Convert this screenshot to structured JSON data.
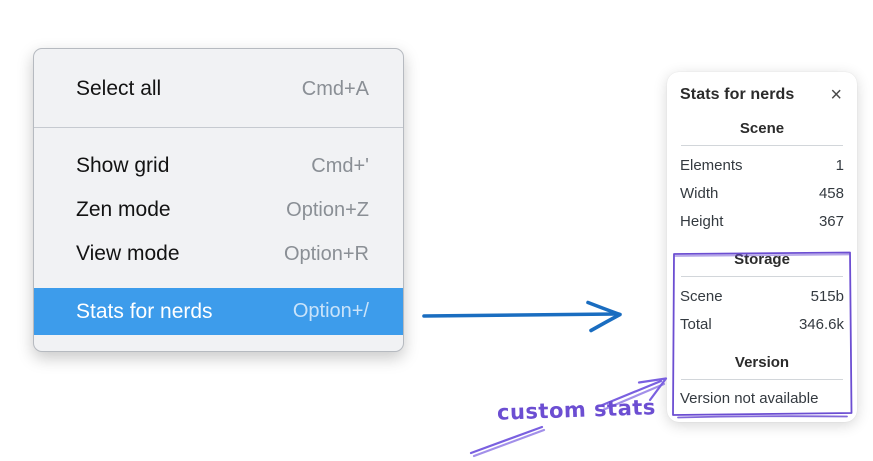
{
  "menu": {
    "items": [
      {
        "label": "Select all",
        "shortcut": "Cmd+A",
        "selected": false
      },
      {
        "label": "Show grid",
        "shortcut": "Cmd+'",
        "selected": false
      },
      {
        "label": "Zen mode",
        "shortcut": "Option+Z",
        "selected": false
      },
      {
        "label": "View mode",
        "shortcut": "Option+R",
        "selected": false
      },
      {
        "label": "Stats for nerds",
        "shortcut": "Option+/",
        "selected": true
      }
    ]
  },
  "stats_panel": {
    "title": "Stats for nerds",
    "close_icon": "×",
    "sections": [
      {
        "header": "Scene",
        "rows": [
          {
            "label": "Elements",
            "value": "1"
          },
          {
            "label": "Width",
            "value": "458"
          },
          {
            "label": "Height",
            "value": "367"
          }
        ]
      },
      {
        "header": "Storage",
        "rows": [
          {
            "label": "Scene",
            "value": "515b"
          },
          {
            "label": "Total",
            "value": "346.6k"
          }
        ]
      },
      {
        "header": "Version",
        "note": "Version not available"
      }
    ]
  },
  "annotation": {
    "label": "custom stats"
  },
  "colors": {
    "menu_highlight": "#3d9ceb",
    "blue_arrow": "#1a6dc0",
    "purple_sketch": "#6c4ed2"
  }
}
